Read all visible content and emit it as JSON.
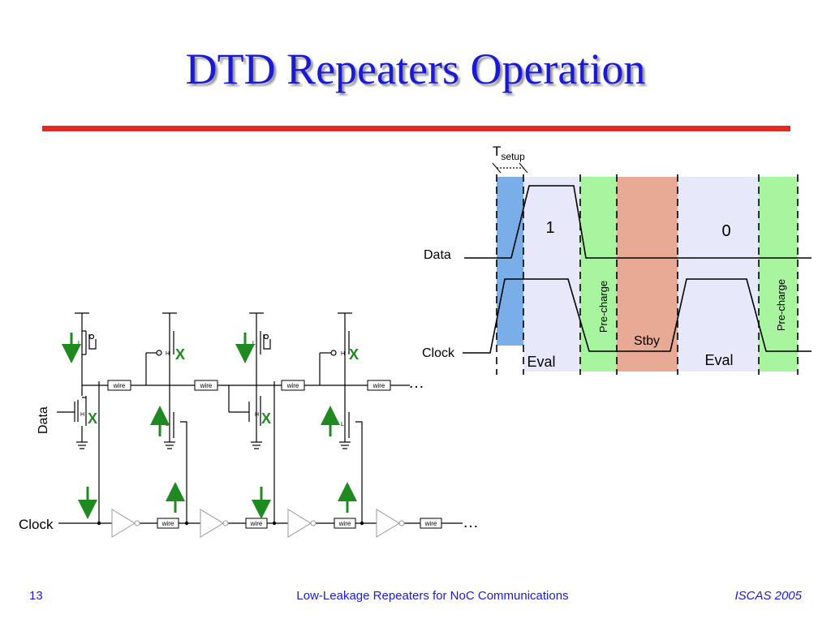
{
  "slide": {
    "title": "DTD Repeaters Operation",
    "colors": {
      "title": "#1a1ad6",
      "rule": "#e8281e",
      "arrow": "#1f8a1f",
      "x_mark": "#1f8a1f"
    }
  },
  "timing": {
    "tsetup_main": "T",
    "tsetup_sub": "setup",
    "data_label": "Data",
    "clock_label": "Clock",
    "value_one": "1",
    "value_zero": "0",
    "eval_label_1": "Eval",
    "eval_label_2": "Eval",
    "precharge_1": "Pre-charge",
    "precharge_2": "Pre-charge",
    "stby_label": "Stby",
    "phase_colors": {
      "setup": "#7aaee8",
      "eval": "#e8e8fb",
      "precharge": "#a8f5a0",
      "stby": "#e8aa94"
    }
  },
  "circuit": {
    "data_label": "Data",
    "clock_label": "Clock",
    "wire_label": "wire",
    "ellipsis": "…",
    "x_mark": "X",
    "size_low": "L",
    "size_high": "H"
  },
  "footer": {
    "page_number": "13",
    "center_text": "Low-Leakage Repeaters for NoC Communications",
    "right_text": "ISCAS 2005"
  }
}
